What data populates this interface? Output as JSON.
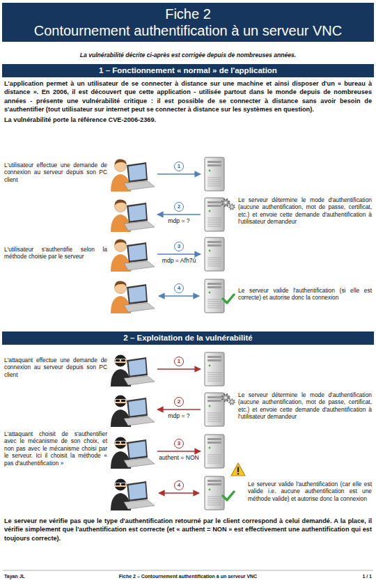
{
  "diagram": {
    "nodes": [
      {
        "text": [
          "Fiche 2",
          "Contournement authentification à un serveur VNC"
        ]
      },
      {
        "text": [
          "1 – Fonctionnement « normal » de l'application"
        ]
      },
      {
        "text": [
          "2 – Exploitation de la vulnérabilité"
        ]
      }
    ],
    "labels": [
      "La vulnérabilité décrite ci-après est corrigée depuis de nombreuses années.",
      "L'application permet à un utilisateur de se connecter à distance sur une machine et ainsi disposer d'un « bureau à distance ». En 2006, il est découvert que cette application - utilisée partout dans le monde depuis de nombreuses années - présente une vulnérabilité critique : il est possible de se connecter à distance sans avoir besoin de s'authentifier (tout utilisateur sur internet peut se connecter à distance sur les systèmes en question).",
      "La vulnérabilité porte la référence CVE-2006-2369.",
      "L'utilisateur effectue une demande de connexion au serveur depuis son PC client",
      "1",
      "2",
      "mdp = ?",
      "Le serveur détermine le mode d'authentification (aucune authentification, mot de passe, certificat, etc.) et envoie cette demande d'authentification à l'utilisateur demandeur",
      "L'utilisateur s'authentifie selon la méthode choisie par le serveur",
      "3",
      "mdp = Afh7ù",
      "4",
      "Le serveur valide l'authentification (si elle est correcte) et autorise donc la connexion",
      "L'attaquant effectue une demande de connexion au serveur depuis son PC client",
      "1",
      "2",
      "mdp = ?",
      "Le serveur détermine le mode d'authentification (aucune authentification, mot de passe, certificat, etc.) et envoie cette demande d'authentification à l'utilisateur demandeur",
      "L'attaquant choisit de s'authentifier avec le mécanisme de son choix, et non pas avec le mécanisme choisi par le serveur. Ici il choisit la méthode « pas d'authentification »",
      "3",
      "authent = NON",
      "4",
      "Le serveur valide l'authentification (car elle est valide i.e. aucune authentification est une méthode valide) et autorise donc la connexion",
      "Le serveur ne vérifie pas que le type d'authentification retourné par le client correspond à celui demandé. A la place, il vérifie simplement que l'authentification est correcte (et « authent = NON » est effectivement une authentification qui est toujours correcte).",
      "Tayan JL",
      "Fiche 2 – Contournement authentification à un serveur VNC",
      "1 / 1"
    ]
  }
}
